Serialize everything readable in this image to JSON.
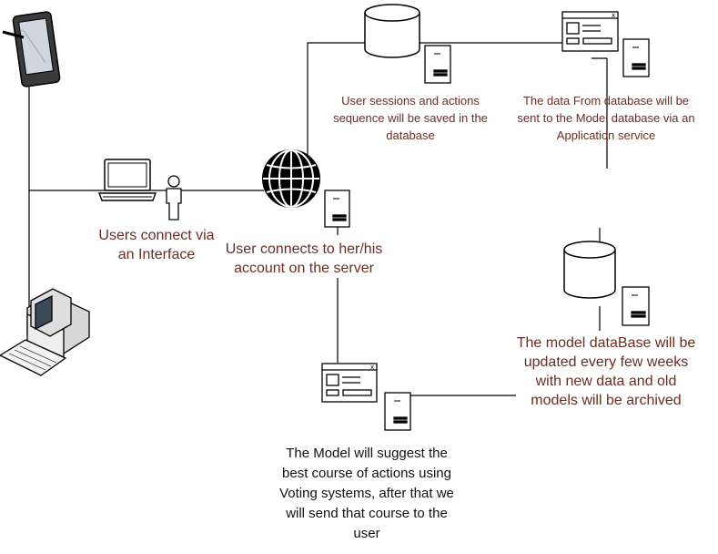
{
  "labels": {
    "users_connect": "Users connect via\nan Interface",
    "user_connects": "User connects to her/his\naccount on the server",
    "sessions_saved": "User sessions and actions\nsequence will be saved in the\ndatabase",
    "data_sent": "The data From database will be\nsent to the Model database via an\nApplication service",
    "model_updated": "The model dataBase will be\nupdated every few weeks\nwith new data and old\nmodels will be archived",
    "model_suggest": "The Model will suggest the\nbest course of actions using\nVoting systems, after that we\nwill send that course to the\nuser"
  },
  "icons": [
    "tablet-icon",
    "laptop-icon",
    "user-icon",
    "desktop-computer-icon",
    "globe-icon",
    "server-icon",
    "database-icon",
    "application-window-icon"
  ],
  "colors": {
    "label_text": "#6b2d22",
    "body_text": "#111111",
    "line": "#000000"
  }
}
